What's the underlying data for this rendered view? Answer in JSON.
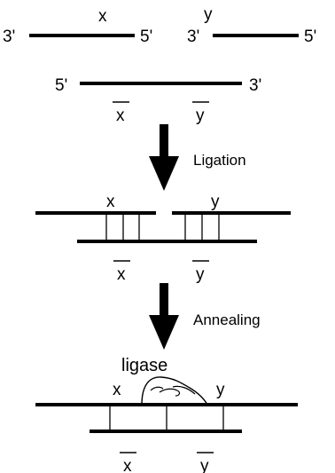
{
  "step1": {
    "strand_x": {
      "label": "x",
      "left_end": "3'",
      "right_end": "5'"
    },
    "strand_y": {
      "label": "y",
      "left_end": "3'",
      "right_end": "5'"
    },
    "template": {
      "left_end": "5'",
      "right_end": "3'",
      "label_x": "x",
      "label_y": "y"
    }
  },
  "arrows": {
    "ligation": "Ligation",
    "annealing": "Annealing"
  },
  "step2": {
    "label_x": "x",
    "label_y": "y",
    "label_xbar": "x",
    "label_ybar": "y"
  },
  "step3": {
    "enzyme": "ligase",
    "label_x": "x",
    "label_y": "y",
    "label_xbar": "x",
    "label_ybar": "y"
  }
}
